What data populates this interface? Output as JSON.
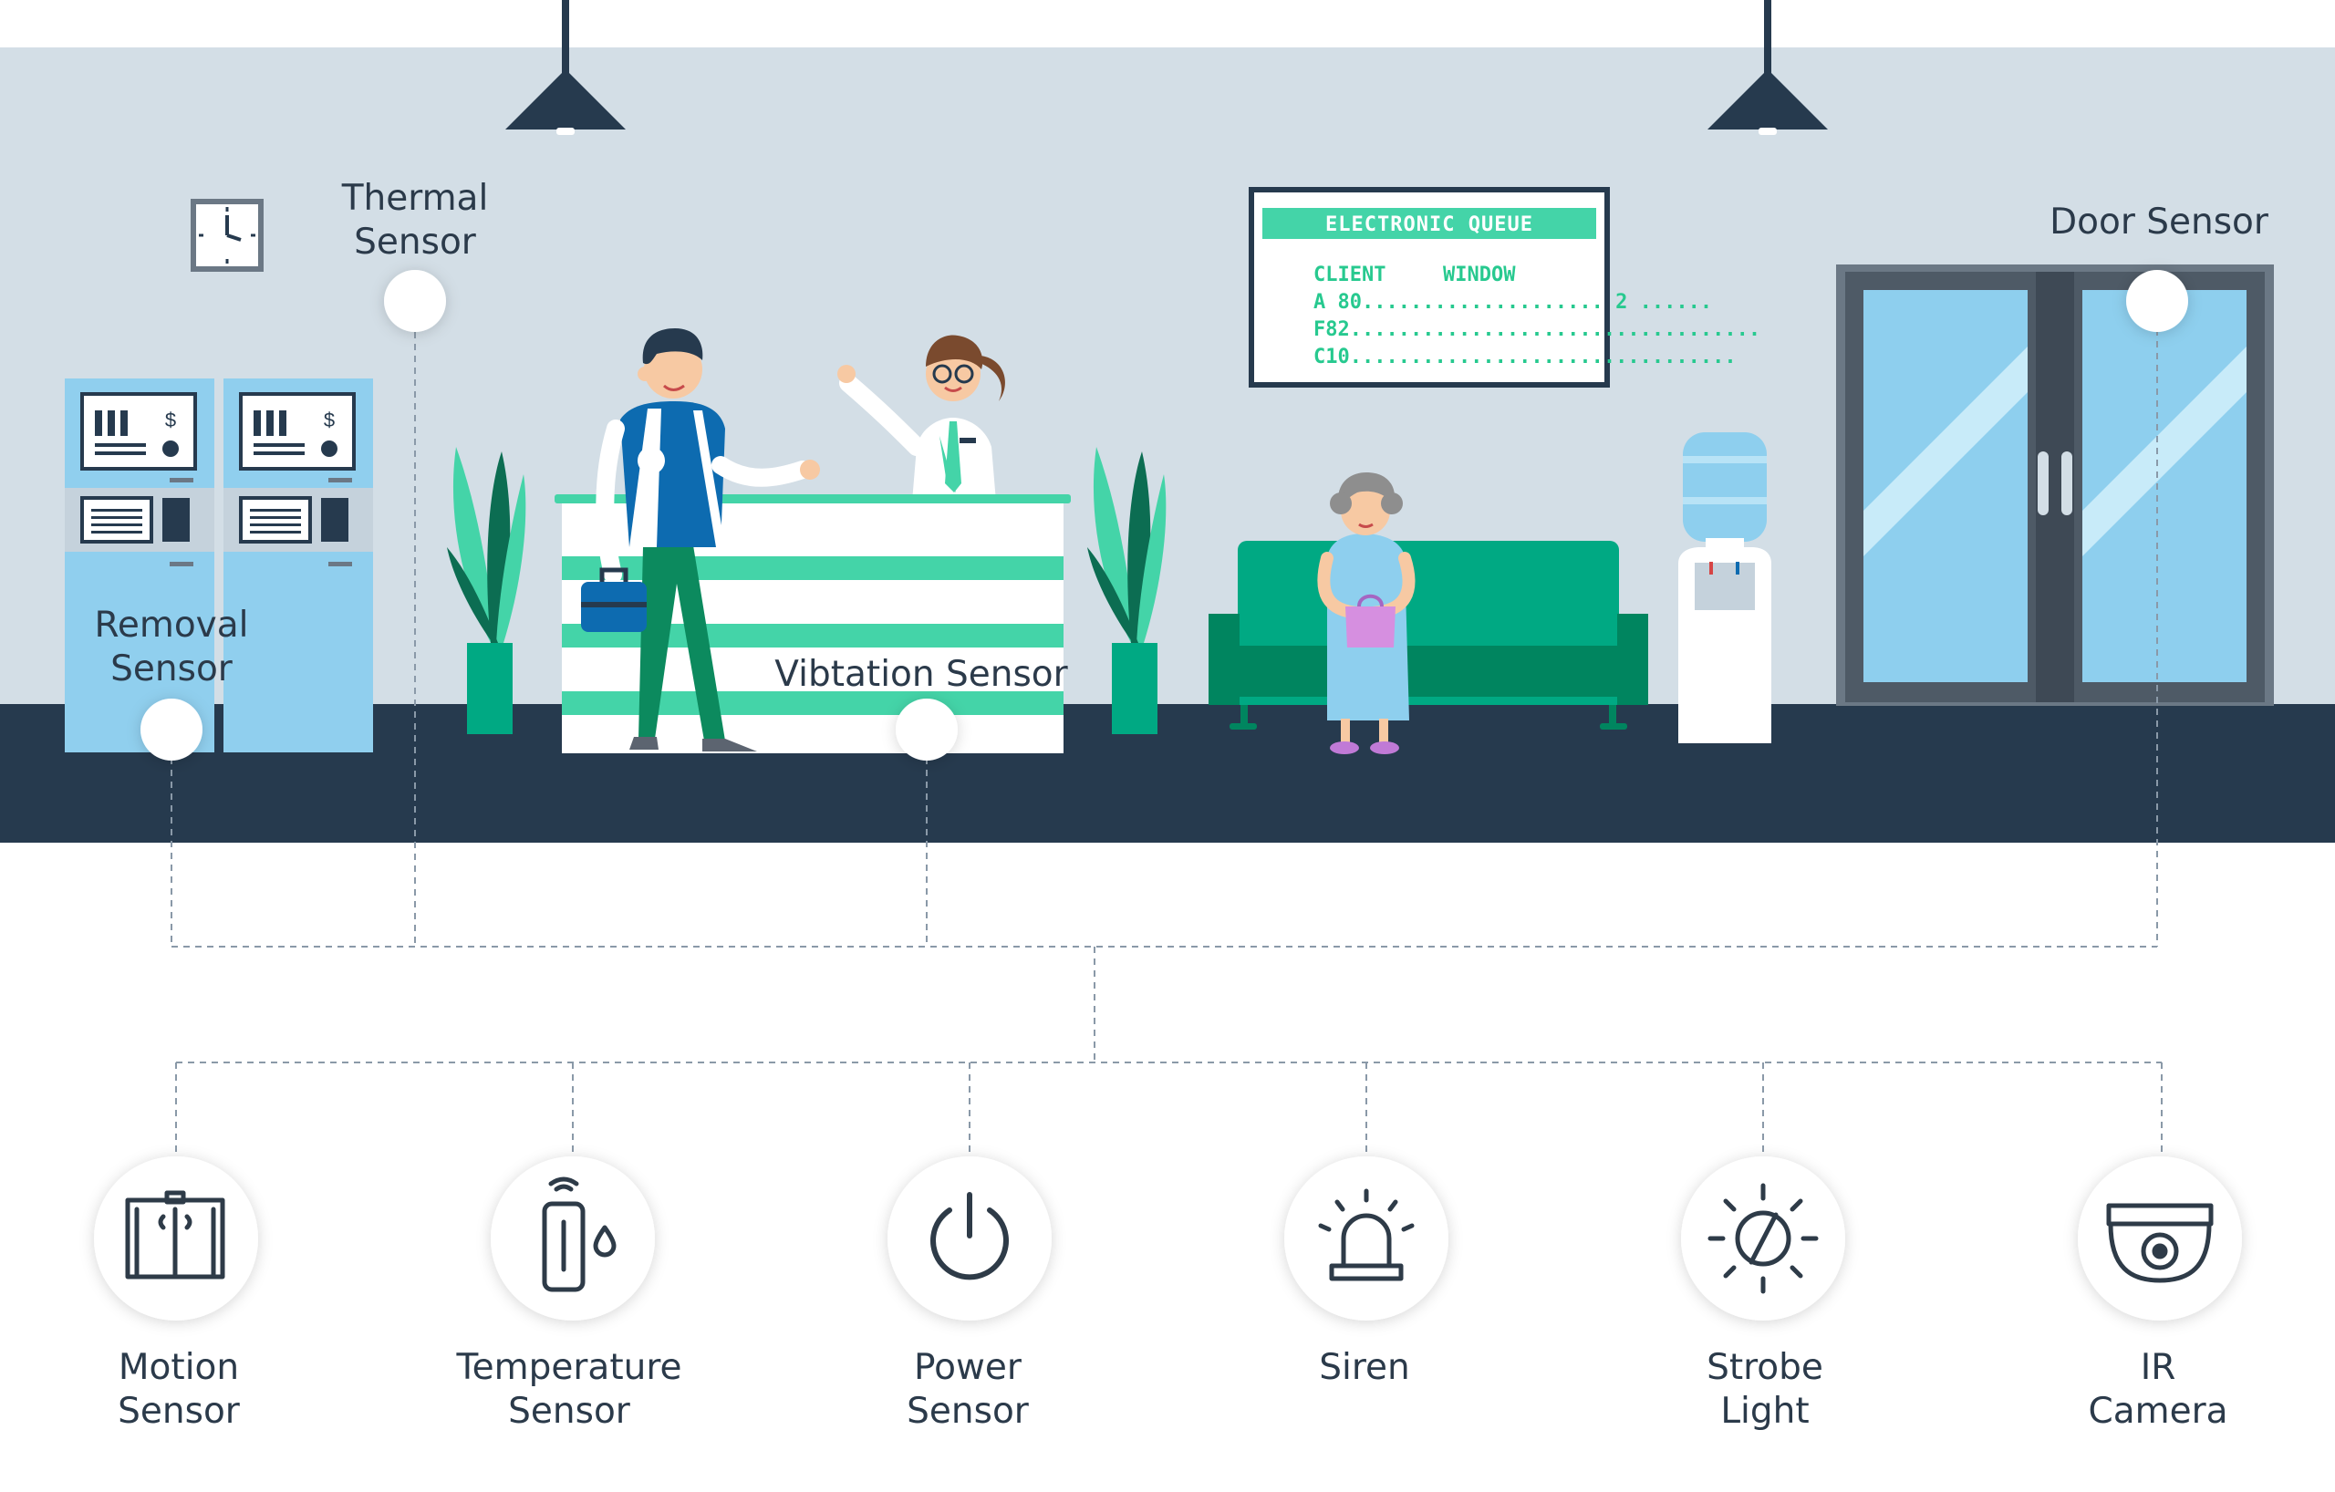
{
  "scene": {
    "queue_board": {
      "title": "ELECTRONIC QUEUE",
      "col_client": "CLIENT",
      "col_window": "WINDOW",
      "rows": [
        "A 80.................... 2 ......",
        "F82..................................",
        "C10................................"
      ]
    },
    "atm_symbol": "$"
  },
  "sensors": [
    {
      "label_lines": [
        "Thermal",
        "Sensor"
      ]
    },
    {
      "label_lines": [
        "Door Sensor"
      ]
    },
    {
      "label_lines": [
        "Removal",
        "Sensor"
      ]
    },
    {
      "label_lines": [
        "Vibtation Sensor"
      ]
    }
  ],
  "devices": [
    {
      "icon": "motion-sensor-icon",
      "label_lines": [
        "Motion",
        "Sensor"
      ]
    },
    {
      "icon": "temperature-sensor-icon",
      "label_lines": [
        "Temperature",
        "Sensor"
      ]
    },
    {
      "icon": "power-icon",
      "label_lines": [
        "Power",
        "Sensor"
      ]
    },
    {
      "icon": "siren-icon",
      "label_lines": [
        "Siren"
      ]
    },
    {
      "icon": "strobe-light-icon",
      "label_lines": [
        "Strobe",
        "Light"
      ]
    },
    {
      "icon": "ir-camera-icon",
      "label_lines": [
        "IR",
        "Camera"
      ]
    }
  ],
  "colors": {
    "wall": "#d3dee6",
    "floor": "#263a4e",
    "accent_green": "#44d4a8",
    "sofa_green": "#00a983",
    "glass_blue": "#8ecfee",
    "dark": "#2e3b48"
  }
}
